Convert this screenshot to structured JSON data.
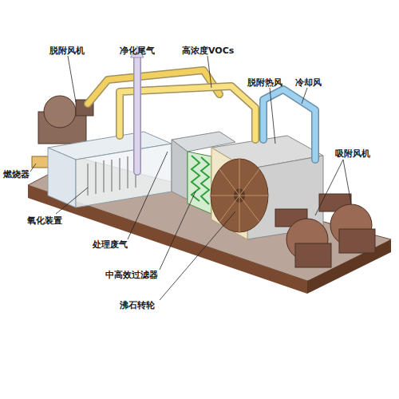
{
  "diagram": {
    "labels": [
      "脱附风机",
      "净化尾气",
      "高浓度VOCs",
      "脱附热风",
      "冷却风",
      "吸附风机",
      "燃烧器",
      "氧化装置",
      "处理废气",
      "中高效过滤器",
      "沸石转轮"
    ]
  }
}
